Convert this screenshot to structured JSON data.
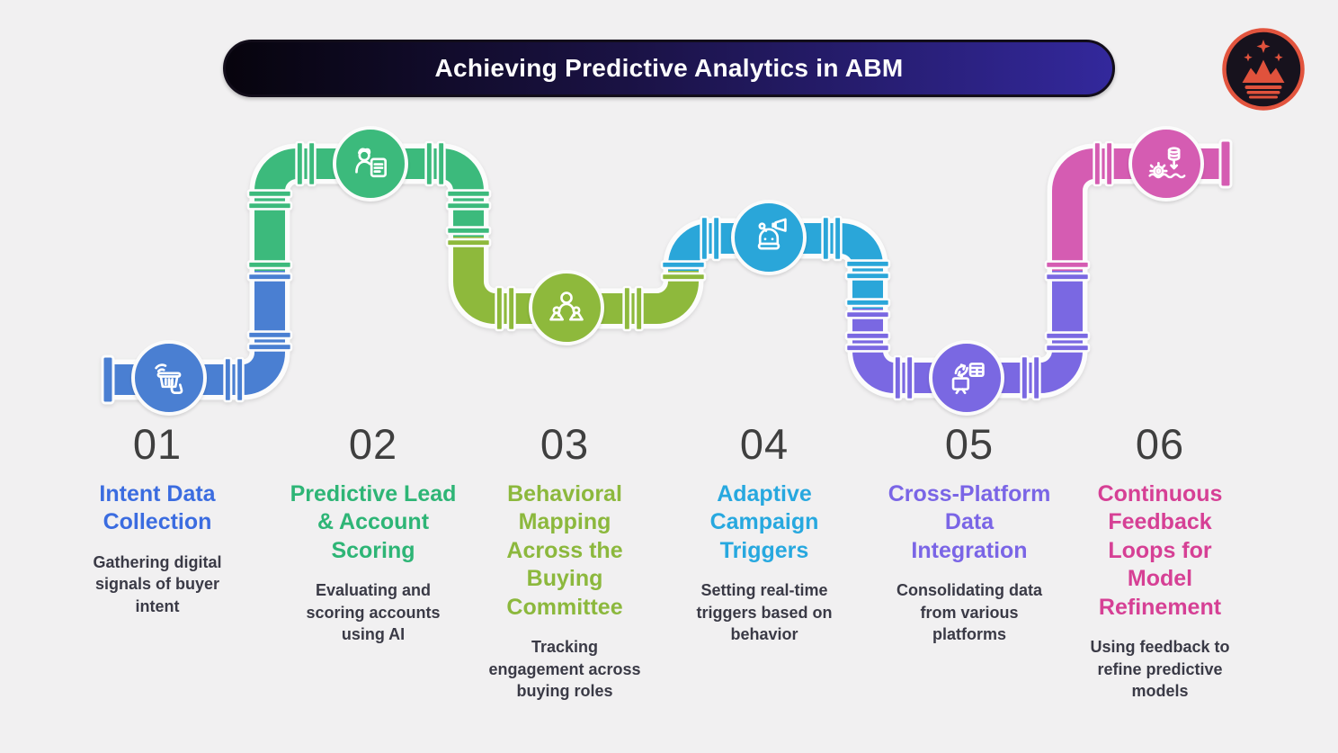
{
  "banner": {
    "title": "Achieving Predictive Analytics in ABM",
    "gradient_left": "#07040d",
    "gradient_right": "#33289c",
    "text_color": "#ffffff"
  },
  "logo": {
    "name": "crown-mountains-logo",
    "ring_color": "#e2543e",
    "background_color": "#17121d"
  },
  "background_color": "#f1f0f1",
  "number_color": "#3f3f3f",
  "description_color": "#3a3a46",
  "steps": [
    {
      "number": "01",
      "title": "Intent Data\nCollection",
      "description": "Gathering digital\nsignals of buyer\nintent",
      "color": "#3b6ce0",
      "pipe_color": "#4a7fd2",
      "icon": "intent-signals-basket-icon"
    },
    {
      "number": "02",
      "title": "Predictive Lead\n& Account\nScoring",
      "description": "Evaluating and\nscoring accounts\nusing AI",
      "color": "#2eb576",
      "pipe_color": "#3cba7c",
      "icon": "person-scorecard-icon"
    },
    {
      "number": "03",
      "title": "Behavioral\nMapping\nAcross the\nBuying\nCommittee",
      "description": "Tracking\nengagement across\nbuying roles",
      "color": "#8cb83d",
      "pipe_color": "#8eb93c",
      "icon": "buying-committee-people-icon"
    },
    {
      "number": "04",
      "title": "Adaptive\nCampaign\nTriggers",
      "description": "Setting real-time\ntriggers based on\nbehavior",
      "color": "#27a8df",
      "pipe_color": "#2aa6d9",
      "icon": "robot-megaphone-icon"
    },
    {
      "number": "05",
      "title": "Cross-Platform\nData\nIntegration",
      "description": "Consolidating data\nfrom various\nplatforms",
      "color": "#7a65e6",
      "pipe_color": "#7a68e2",
      "icon": "device-sync-table-icon"
    },
    {
      "number": "06",
      "title": "Continuous\nFeedback\nLoops for\nModel\nRefinement",
      "description": "Using feedback to\nrefine predictive\nmodels",
      "color": "#d64095",
      "pipe_color": "#d55cb2",
      "icon": "database-gear-refinement-icon"
    }
  ]
}
